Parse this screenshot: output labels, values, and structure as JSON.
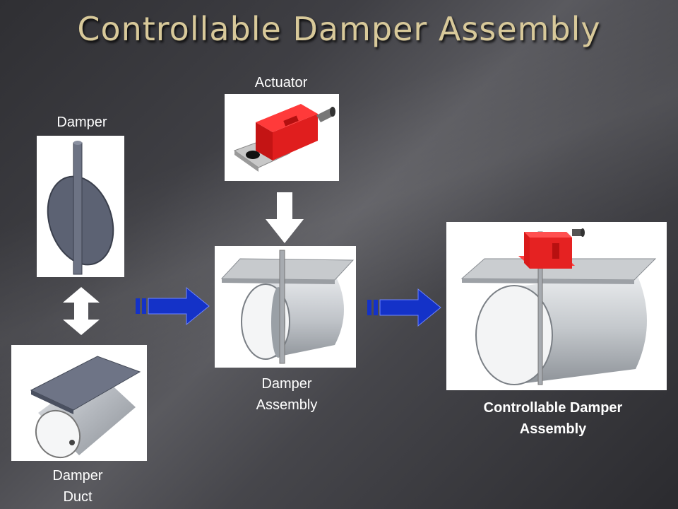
{
  "title": "Controllable Damper Assembly",
  "labels": {
    "actuator": "Actuator",
    "damper": "Damper",
    "damper_duct_line1": "Damper",
    "damper_duct_line2": "Duct",
    "damper_assembly_line1": "Damper",
    "damper_assembly_line2": "Assembly",
    "controllable_line1": "Controllable Damper",
    "controllable_line2": "Assembly"
  },
  "colors": {
    "title": "#d8c99a",
    "actuator_red": "#d91a1a",
    "flow_arrow_blue": "#1432c8",
    "metal": "#b9bcc0",
    "damper_plate": "#5c6273"
  }
}
